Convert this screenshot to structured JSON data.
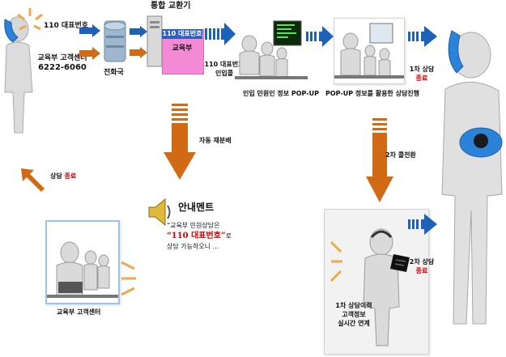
{
  "labels": {
    "hotline_110": "110 대표번호",
    "moe_center_line1": "교육부 고객센터",
    "moe_center_line2": "6222-6060",
    "telecom_office": "전화국",
    "exchange_title": "통합 교환기",
    "exchange_tag1": "110 대표번호",
    "exchange_tag2": "교육부",
    "inbound_line1": "110 대표번호",
    "inbound_line2": "인입콜",
    "popup_info": "인입 민원인 정보 POP-UP",
    "popup_consult": "POP-UP 정보를 활용한 상담진행",
    "first_end_line1": "1차 상담",
    "first_end_line2": "종료",
    "auto_redistribute": "자동 재분배",
    "second_transfer": "2차 콜전환",
    "consult_end_prefix": "상담 ",
    "consult_end_red": "종료",
    "announcement_title": "안내멘트",
    "announcement_q1": "“교육부 민원상담은",
    "announcement_q2": "“110 대표번호”",
    "announcement_q2_suffix": "로",
    "announcement_q3": "상담 가능하오니 ...",
    "second_end_line1": "2차 상담",
    "second_end_line2": "종료",
    "history_line1": "1차 상담이력",
    "history_line2": "고객정보",
    "history_line3": "실시간 연계",
    "moe_center_label": "교육부 고객센터"
  },
  "colors": {
    "blue_arrow": "#1e62b8",
    "orange_arrow": "#d06a14",
    "pink_box": "#f48ad6",
    "tag_blue": "#2f5fbf",
    "red_text": "#d10000",
    "phone_blue": "#2a83d8"
  }
}
